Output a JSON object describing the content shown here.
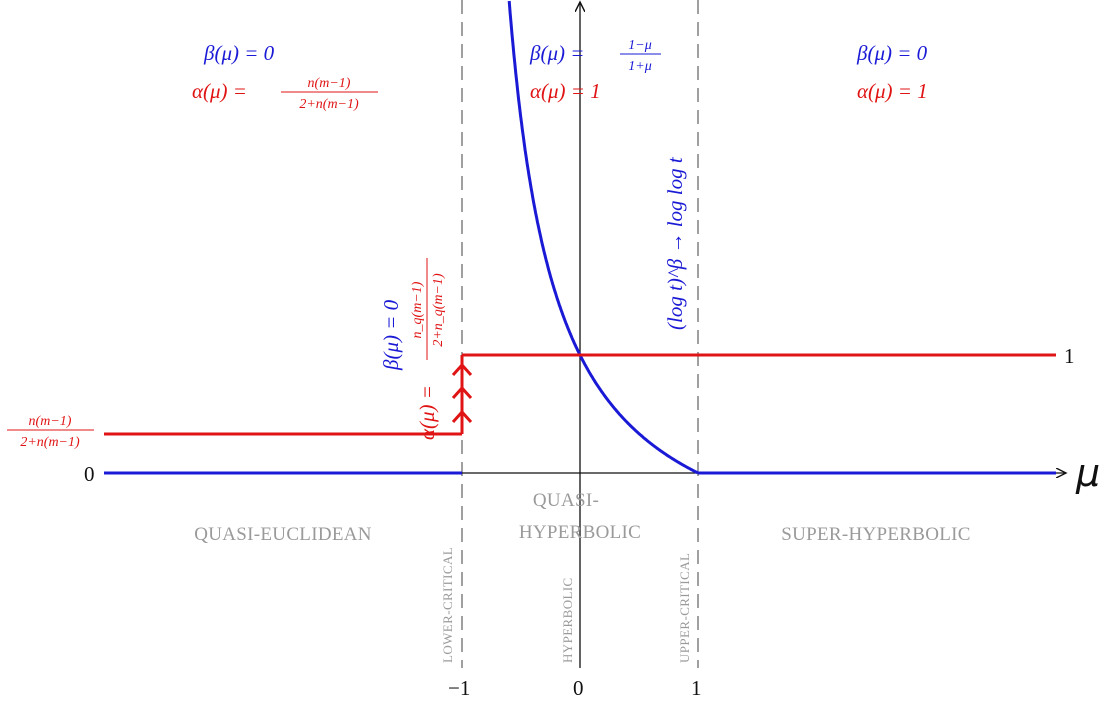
{
  "colors": {
    "beta": "#1a1ad6",
    "alpha": "#e01414",
    "axis": "#111111",
    "regions": "#9a9a9a",
    "dashed": "#888888"
  },
  "axis": {
    "x_label": "μ",
    "ticks": [
      "−1",
      "0",
      "1"
    ]
  },
  "levels": {
    "beta_zero_label": "0",
    "alpha_one_label": "1",
    "alpha_low_label_num": "n(m−1)",
    "alpha_low_label_den": "2+n(m−1)"
  },
  "regions": {
    "quasi_euclidean": "QUASI-EUCLIDEAN",
    "quasi_hyperbolic_1": "QUASI-",
    "quasi_hyperbolic_2": "HYPERBOLIC",
    "super_hyperbolic": "SUPER-HYPERBOLIC",
    "lower_critical": "LOWER-CRITICAL",
    "hyperbolic": "HYPERBOLIC",
    "upper_critical": "UPPER-CRITICAL"
  },
  "formulas": {
    "left_beta": "β(μ) = 0",
    "left_alpha_lhs": "α(μ) =",
    "left_alpha_num": "n(m−1)",
    "left_alpha_den": "2+n(m−1)",
    "mid_beta_lhs": "β(μ) =",
    "mid_beta_num": "1−μ",
    "mid_beta_den": "1+μ",
    "mid_alpha": "α(μ) = 1",
    "right_beta": "β(μ) = 0",
    "right_alpha": "α(μ) = 1",
    "crit_beta": "β(μ) = 0",
    "crit_alpha_lhs": "α(μ) =",
    "crit_alpha_num": "n_q(m−1)",
    "crit_alpha_den": "2+n_q(m−1)",
    "log_note": "(log t)^β → log log t"
  }
}
